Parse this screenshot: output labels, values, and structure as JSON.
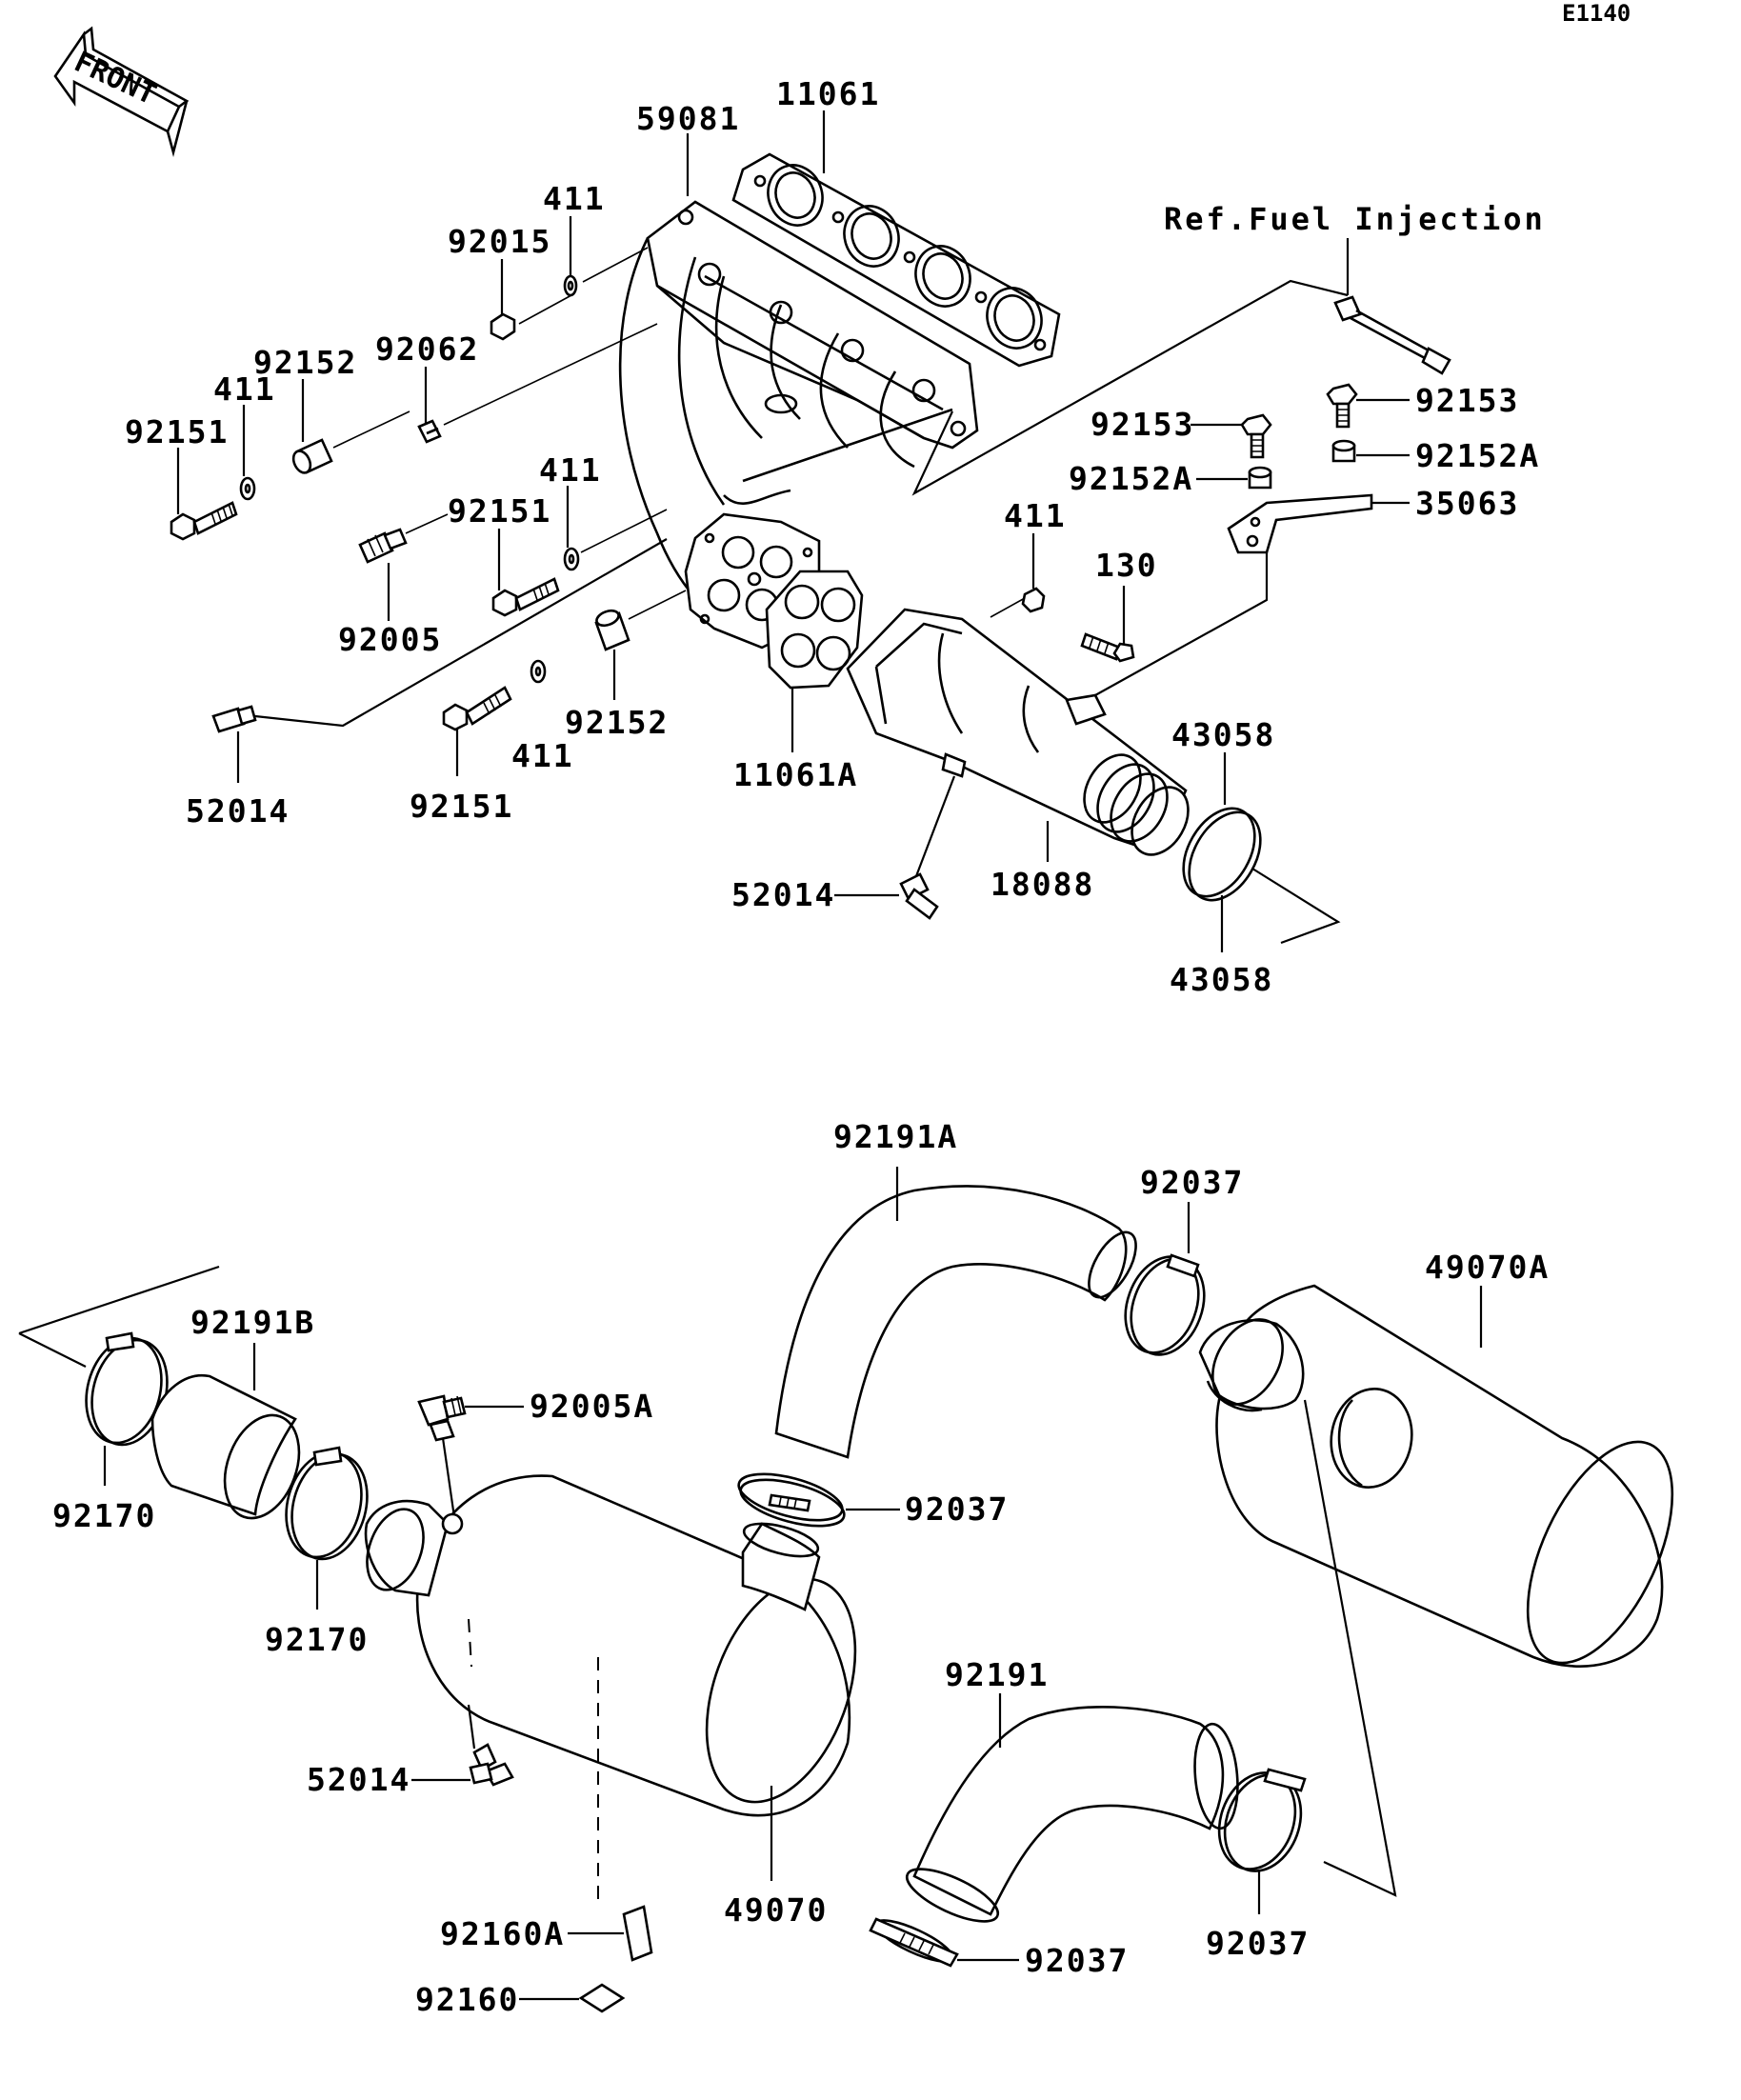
{
  "diagram_code": "E1140",
  "front_label": "FRONT",
  "reference_note": "Ref.Fuel  Injection",
  "labels": {
    "l11061": "11061",
    "l59081": "59081",
    "l411_a": "411",
    "l92015": "92015",
    "l92152_a": "92152",
    "l92062": "92062",
    "l411_b": "411",
    "l92151_a": "92151",
    "l411_c": "411",
    "l92151_b": "92151",
    "l92005": "92005",
    "l52014_a": "52014",
    "l92151_c": "92151",
    "l411_d": "411",
    "l92152_b": "92152",
    "l11061a": "11061A",
    "l411_e": "411",
    "l130": "130",
    "l92153_a": "92153",
    "l92153_b": "92153",
    "l92152a_a": "92152A",
    "l92152a_b": "92152A",
    "l35063": "35063",
    "l43058_a": "43058",
    "l43058_b": "43058",
    "l18088": "18088",
    "l52014_b": "52014",
    "l92191a": "92191A",
    "l92037_a": "92037",
    "l49070a": "49070A",
    "l92191b": "92191B",
    "l92170_a": "92170",
    "l92170_b": "92170",
    "l92005a": "92005A",
    "l92037_b": "92037",
    "l52014_c": "52014",
    "l49070": "49070",
    "l92191": "92191",
    "l92037_c": "92037",
    "l92037_d": "92037",
    "l92160a": "92160A",
    "l92160": "92160"
  }
}
